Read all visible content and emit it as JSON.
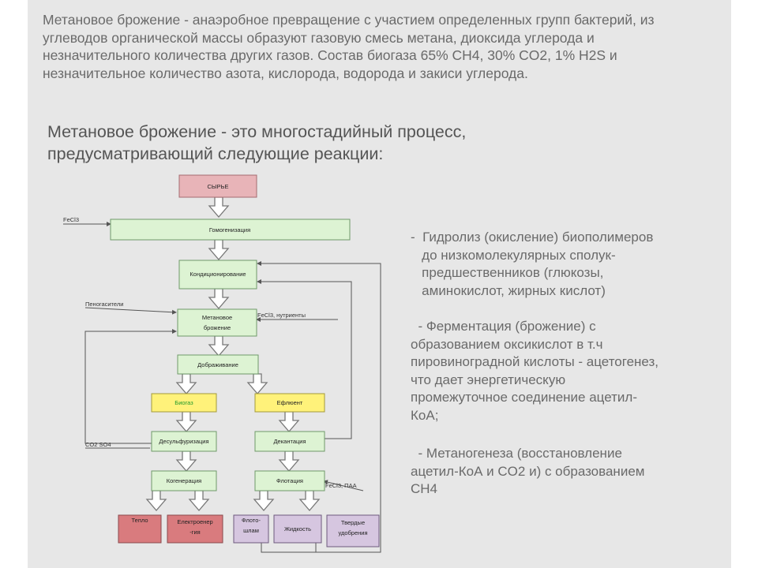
{
  "intro_text": "Метановое брожение - анаэробное превращение с участием определенных групп бактерий, из углеводов органической массы образуют газовую смесь метана, диоксида углерода и незначительного количества других газов. Состав биогаза 65% CH4, 30% CO2, 1% H2S и незначительное количество азота, кислорода, водорода и закиси углерода.",
  "heading_text": "Метановое брожение - это многостадийный процесс, предусматривающий следующие реакции:",
  "bullets": [
    "-  Гидролиз (окисление) биополимеров\n   до низкомолекулярных сполук-\n   предшественников (глюкозы,\n   аминокислот, жирных кислот)",
    "  - Ферментация (брожение) с\nобразованием оксикислот в т.ч\nпировиноградной кислоты - ацетогенез,\nчто дает энергетическую\nпромежуточное соединение ацетил-\nКоА;",
    "  - Метаногенеза (восстановление\nацетил-КоА и CO2 и) с образованием\nCH4"
  ],
  "flow": {
    "raw": "СЫРЬЕ",
    "homogenization": "Гомогенизация",
    "conditioning": "Кондиционирование",
    "methane_line1": "Метановое",
    "methane_line2": "брожение",
    "post_fermentation": "Дображивание",
    "biogas": "Биогаз",
    "effluent": "Ефлюент",
    "desulfurization": "Десульфуризация",
    "decantation": "Декантация",
    "cogeneration": "Когенерация",
    "flotation": "Флотация",
    "heat": "Тепло",
    "electricity_line1": "Електроенер",
    "electricity_line2": "-гия",
    "flotoshlam_line1": "Флото-",
    "flotoshlam_line2": "шлам",
    "liquid": "Жидкость",
    "solid_line1": "Твердые",
    "solid_line2": "удобрения",
    "label_fecl3": "FeCl3",
    "label_antifoam": "Пеногасители",
    "label_fecl3_nutrients": "FeCl3, нутриенты",
    "label_co2": "CO2 SO4",
    "label_fecl3_paa": "FeCl3, ПАА"
  },
  "colors": {
    "slide_bg": "#e7e7e7",
    "green_box": "#ddf3d3",
    "green_border": "#6f9a6a",
    "pink_box": "#e8b4b8",
    "yellow_box": "#fff27a",
    "red_box": "#d97b7e",
    "purple_box": "#d6c6e0"
  }
}
